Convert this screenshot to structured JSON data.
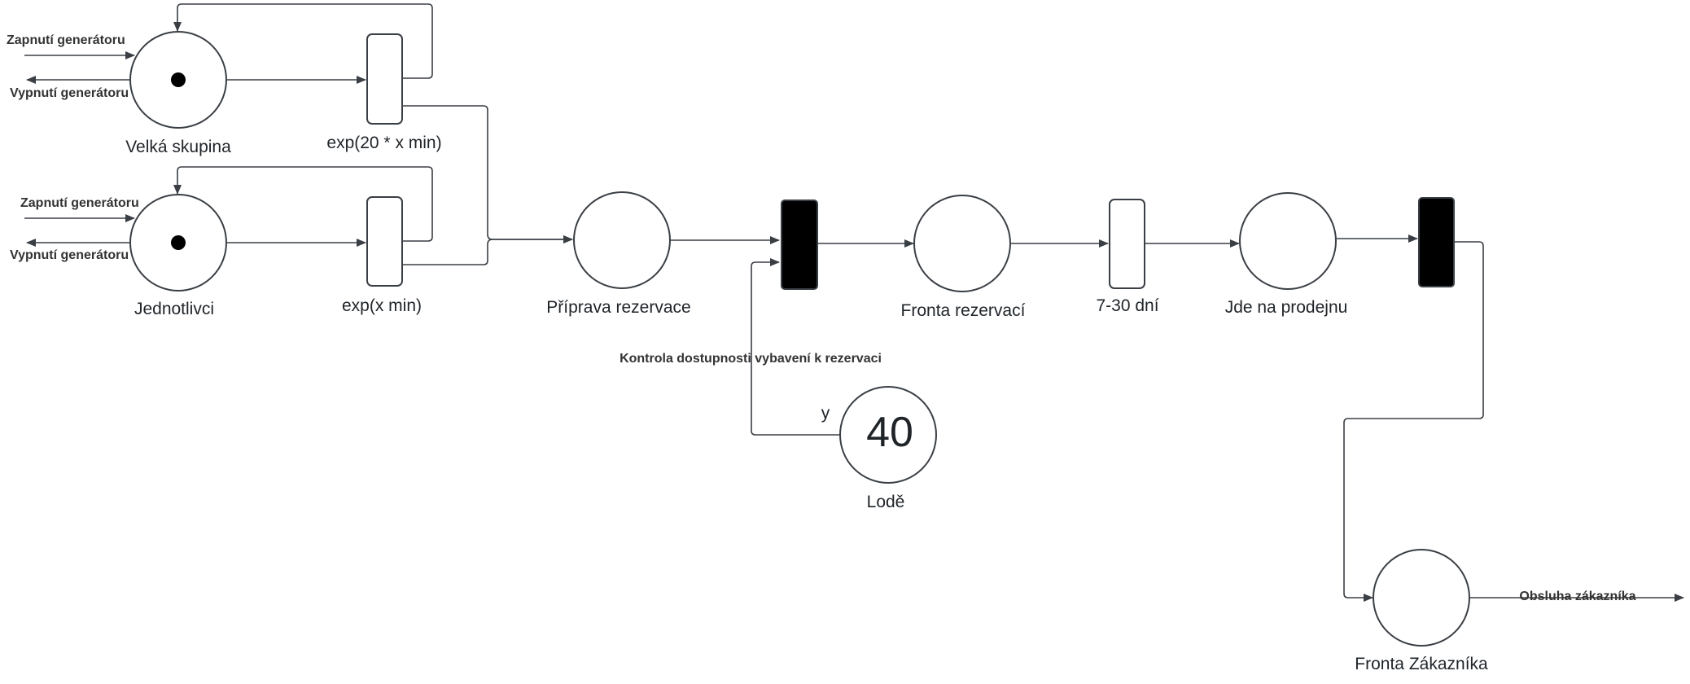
{
  "places": {
    "velka_skupina": "Velká skupina",
    "jednotlivci": "Jednotlivci",
    "priprava": "Příprava rezervace",
    "fronta_rezervaci": "Fronta rezervací",
    "jde_na_prodejnu": "Jde na prodejnu",
    "lode": "Lodě",
    "fronta_zakaznika": "Fronta Zákazníka"
  },
  "lode_tokens": "40",
  "transitions": {
    "exp_group": "exp(20 * x min)",
    "exp_single": "exp(x min)",
    "days": "7-30 dní"
  },
  "edge_labels": {
    "on_1": "Zapnutí generátoru",
    "off_1": "Vypnutí generátoru",
    "on_2": "Zapnutí generátoru",
    "off_2": "Vypnutí generátoru",
    "check": "Kontrola dostupnosti vybavení k rezervaci",
    "weight_y": "y",
    "service": "Obsluha zákazníka"
  }
}
